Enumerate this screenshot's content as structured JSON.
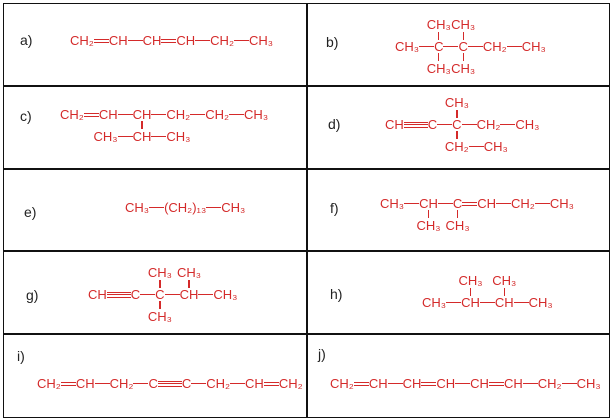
{
  "colors": {
    "formula": "#d42a2a",
    "border": "#111111"
  },
  "structures": [
    {
      "label": "a)",
      "chain": [
        "CH₂",
        "=",
        "CH",
        "-",
        "CH",
        "=",
        "CH",
        "-",
        "CH₂",
        "-",
        "CH₃"
      ],
      "branches": []
    },
    {
      "label": "b)",
      "chain": [
        "CH₃",
        "-",
        "C",
        "-",
        "C",
        "-",
        "CH₂",
        "-",
        "CH₃"
      ],
      "branches": [
        {
          "at": 2,
          "dir": "up",
          "chain": [
            "CH₃"
          ],
          "anchor": 0
        },
        {
          "at": 2,
          "dir": "down",
          "chain": [
            "CH₃"
          ],
          "anchor": 0
        },
        {
          "at": 4,
          "dir": "up",
          "chain": [
            "CH₃"
          ],
          "anchor": 0
        },
        {
          "at": 4,
          "dir": "down",
          "chain": [
            "CH₃"
          ],
          "anchor": 0
        }
      ]
    },
    {
      "label": "c)",
      "chain": [
        "CH₂",
        "=",
        "CH",
        "-",
        "CH",
        "-",
        "CH₂",
        "-",
        "CH₂",
        "-",
        "CH₃"
      ],
      "branches": [
        {
          "at": 4,
          "dir": "down",
          "chain": [
            "CH₃",
            "-",
            "CH",
            "-",
            "CH₃"
          ],
          "anchor": 2
        }
      ]
    },
    {
      "label": "d)",
      "chain": [
        "CH",
        "≡",
        "C",
        "-",
        "C",
        "-",
        "CH₂",
        "-",
        "CH₃"
      ],
      "branches": [
        {
          "at": 4,
          "dir": "up",
          "chain": [
            "CH₃"
          ],
          "anchor": 0
        },
        {
          "at": 4,
          "dir": "down",
          "chain": [
            "CH₂",
            "-",
            "CH₃"
          ],
          "anchor": 0
        }
      ]
    },
    {
      "label": "e)",
      "chain": [
        "CH₃",
        "-",
        "(CH₂)₁₃",
        "-",
        "CH₃"
      ],
      "branches": []
    },
    {
      "label": "f)",
      "chain": [
        "CH₃",
        "-",
        "CH",
        "-",
        "C",
        "=",
        "CH",
        "-",
        "CH₂",
        "-",
        "CH₃"
      ],
      "branches": [
        {
          "at": 2,
          "dir": "down",
          "chain": [
            "CH₃"
          ],
          "anchor": 0
        },
        {
          "at": 4,
          "dir": "down",
          "chain": [
            "CH₃"
          ],
          "anchor": 0
        }
      ]
    },
    {
      "label": "g)",
      "chain": [
        "CH",
        "≡",
        "C",
        "-",
        "C",
        "-",
        "CH",
        "-",
        "CH₃"
      ],
      "branches": [
        {
          "at": 4,
          "dir": "up",
          "chain": [
            "CH₃"
          ],
          "anchor": 0
        },
        {
          "at": 4,
          "dir": "down",
          "chain": [
            "CH₃"
          ],
          "anchor": 0
        },
        {
          "at": 6,
          "dir": "up",
          "chain": [
            "CH₃"
          ],
          "anchor": 0
        }
      ]
    },
    {
      "label": "h)",
      "chain": [
        "CH₃",
        "-",
        "CH",
        "-",
        "CH",
        "-",
        "CH₃"
      ],
      "branches": [
        {
          "at": 2,
          "dir": "up",
          "chain": [
            "CH₃"
          ],
          "anchor": 0
        },
        {
          "at": 4,
          "dir": "up",
          "chain": [
            "CH₃"
          ],
          "anchor": 0
        }
      ]
    },
    {
      "label": "i)",
      "chain": [
        "CH₂",
        "=",
        "CH",
        "-",
        "CH₂",
        "-",
        "C",
        "≡",
        "C",
        "-",
        "CH₂",
        "-",
        "CH",
        "=",
        "CH₂"
      ],
      "branches": []
    },
    {
      "label": "j)",
      "chain": [
        "CH₂",
        "=",
        "CH",
        "-",
        "CH",
        "=",
        "CH",
        "-",
        "CH",
        "=",
        "CH",
        "-",
        "CH₂",
        "-",
        "CH₃"
      ],
      "branches": []
    }
  ]
}
